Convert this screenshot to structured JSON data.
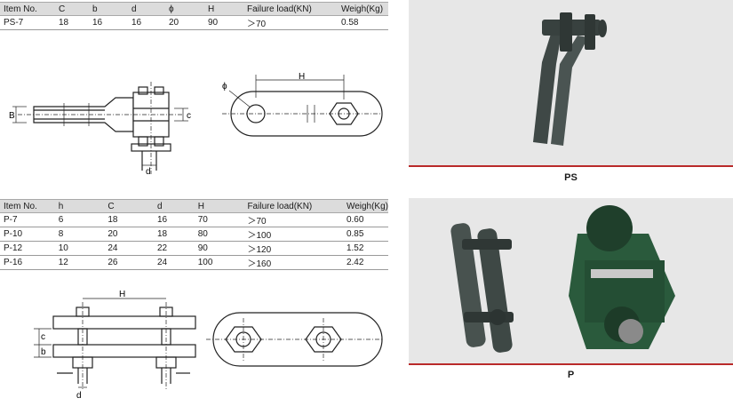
{
  "ps_table": {
    "headers": [
      "Item No.",
      "C",
      "b",
      "d",
      "ϕ",
      "H",
      "Failure load(KN)",
      "Weigh(Kg)"
    ],
    "rows": [
      [
        "PS-7",
        "18",
        "16",
        "16",
        "20",
        "90",
        "＞70",
        "0.58"
      ]
    ]
  },
  "p_table": {
    "headers": [
      "Item No.",
      "h",
      "C",
      "d",
      "H",
      "Failure load(KN)",
      "Weigh(Kg)"
    ],
    "rows": [
      [
        "P-7",
        "6",
        "18",
        "16",
        "70",
        "＞70",
        "0.60"
      ],
      [
        "P-10",
        "8",
        "20",
        "18",
        "80",
        "＞100",
        "0.85"
      ],
      [
        "P-12",
        "10",
        "24",
        "22",
        "90",
        "＞120",
        "1.52"
      ],
      [
        "P-16",
        "12",
        "26",
        "24",
        "100",
        "＞160",
        "2.42"
      ]
    ]
  },
  "ps_drawing_labels": {
    "b": "B",
    "c": "c",
    "d": "d",
    "phi": "ϕ",
    "h": "H"
  },
  "p_drawing_labels": {
    "h": "H",
    "c": "c",
    "b": "b",
    "d": "d"
  },
  "photo_labels": {
    "ps": "PS",
    "p": "P"
  },
  "colors": {
    "photo_bg": "#e7e7e7",
    "photo_rule": "#b92a2a",
    "metal": "#3f4846",
    "green": "#2a5a3c",
    "table_header": "#dcdcdc"
  }
}
